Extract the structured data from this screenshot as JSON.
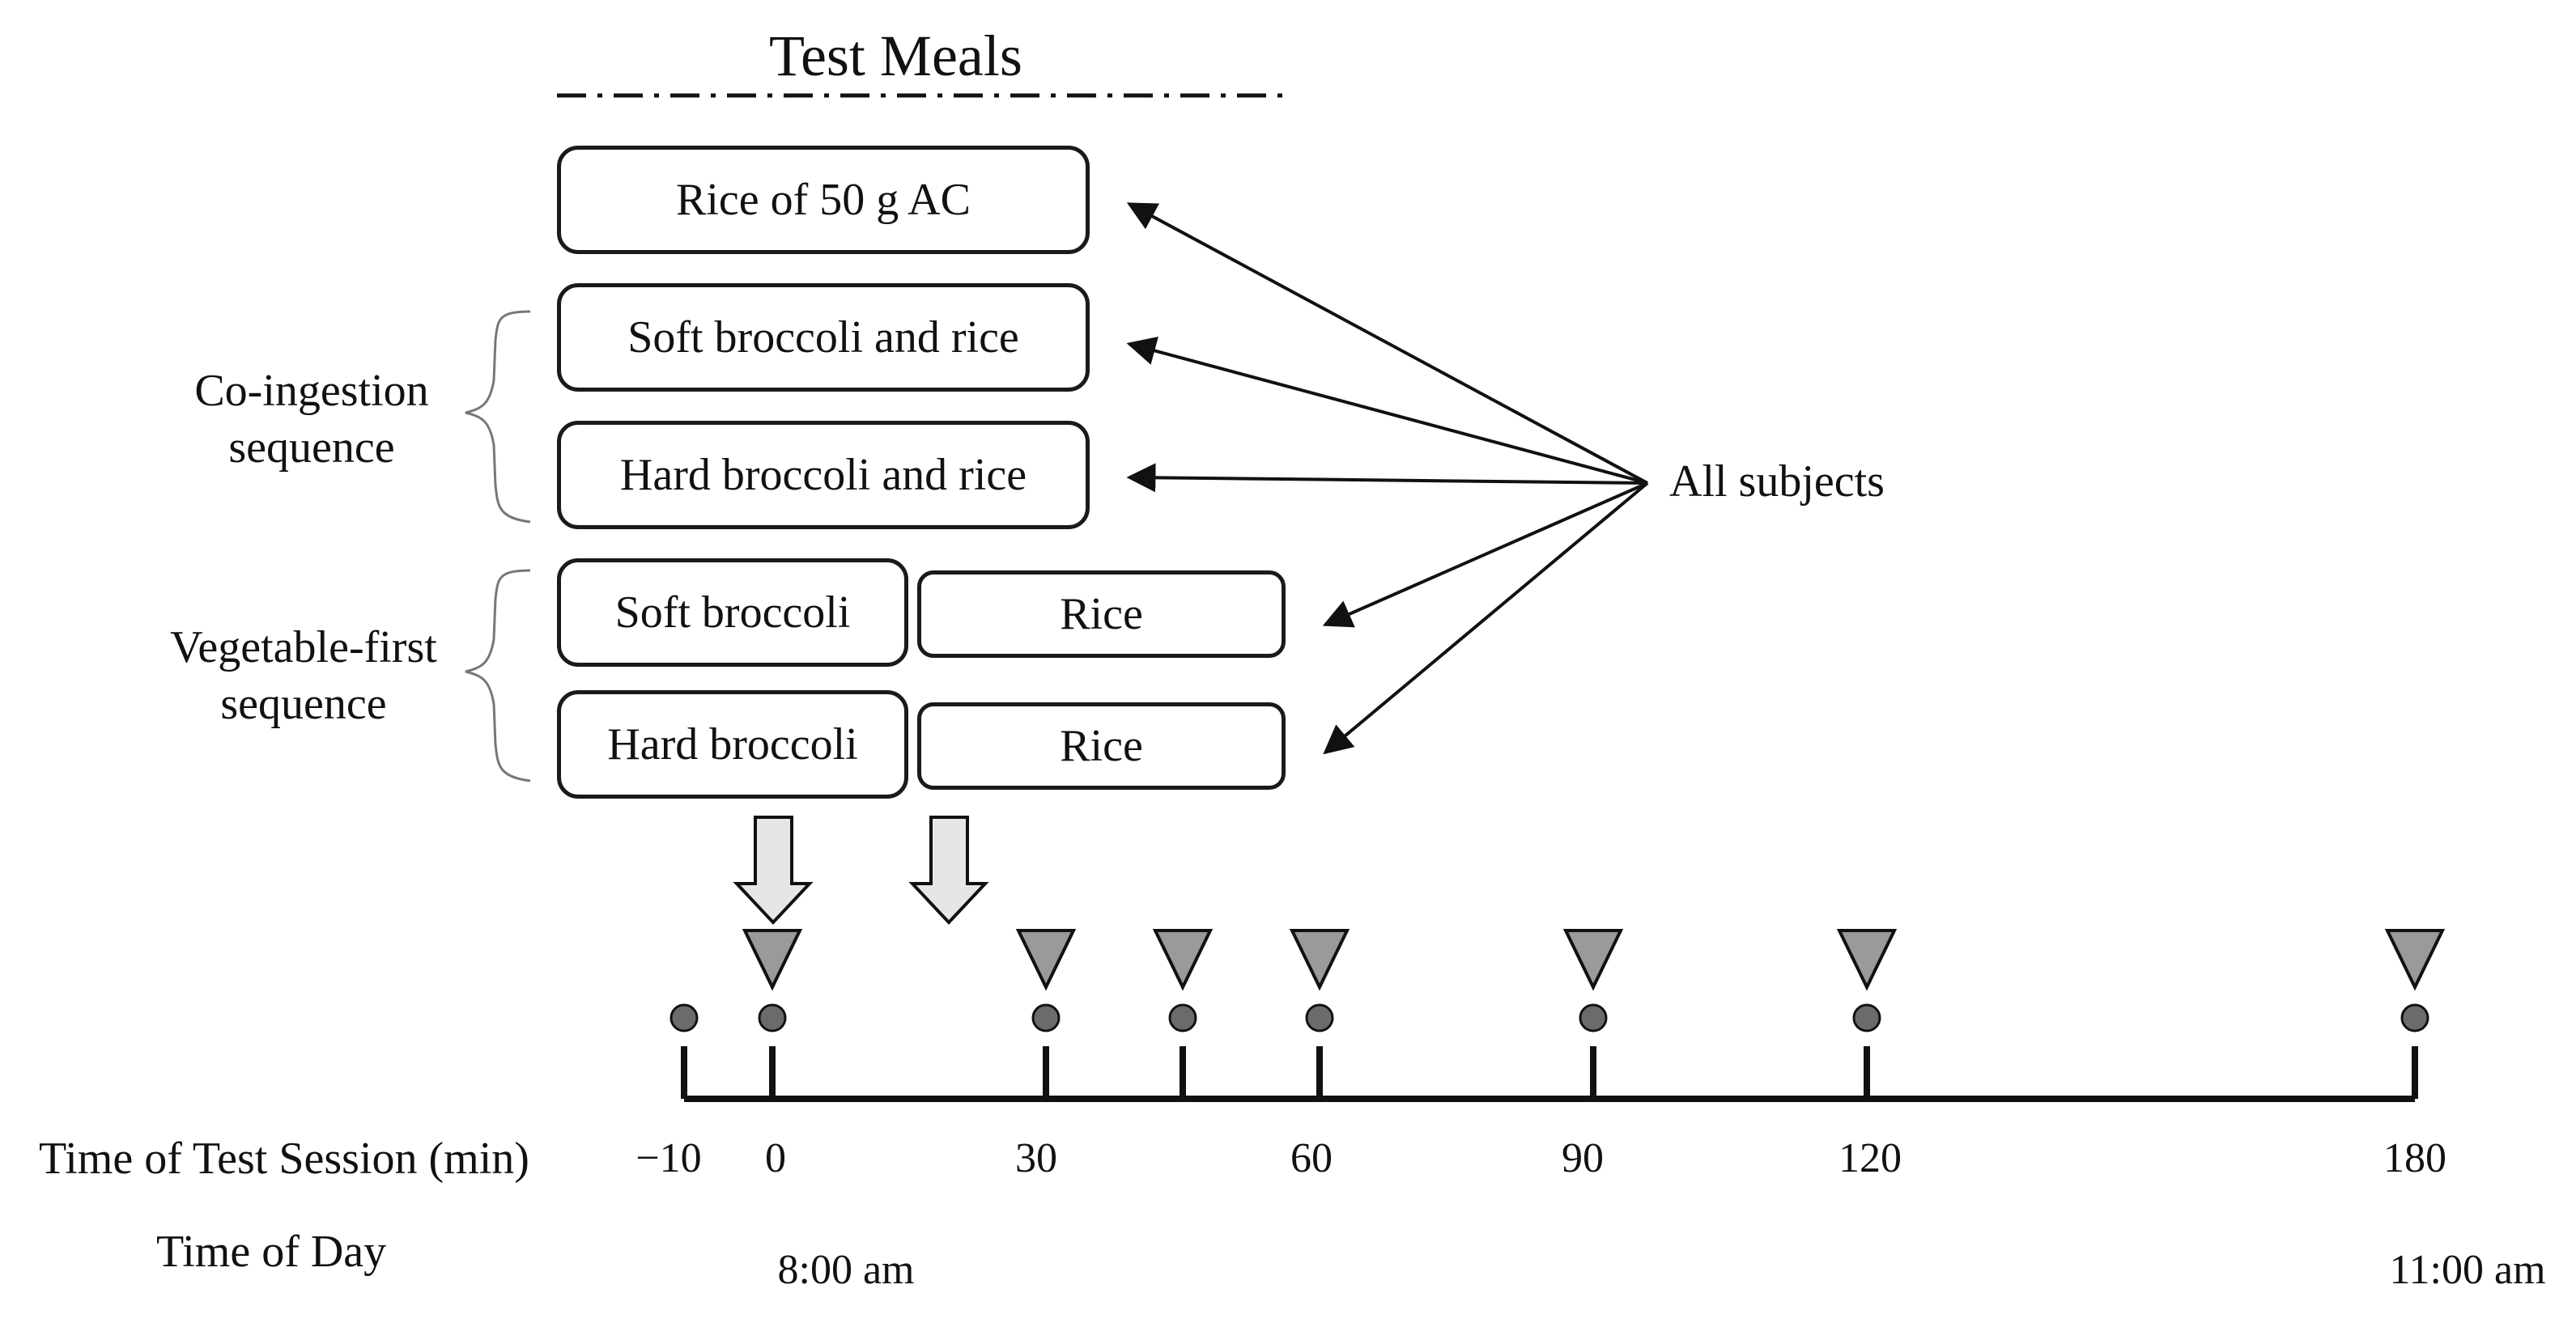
{
  "title": "Test Meals",
  "meals": {
    "rice": "Rice of 50 g AC",
    "soft_with_rice": "Soft broccoli and rice",
    "hard_with_rice": "Hard broccoli and rice",
    "soft_first": "Soft broccoli",
    "soft_first_rice": "Rice",
    "hard_first": "Hard broccoli",
    "hard_first_rice": "Rice"
  },
  "groups": {
    "coingestion_line1": "Co-ingestion",
    "coingestion_line2": "sequence",
    "vegfirst_line1": "Vegetable-first",
    "vegfirst_line2": "sequence"
  },
  "all_subjects": "All subjects",
  "timeline": {
    "session_label": "Time of Test Session (min)",
    "day_label": "Time of Day",
    "ticks": [
      "−10",
      "0",
      "30",
      "60",
      "90",
      "120",
      "180"
    ],
    "day_start": "8:00 am",
    "day_end": "11:00 am"
  },
  "colors": {
    "arrow_fill": "#e6e6e6",
    "triangle_fill": "#9a9a9a",
    "dot_fill": "#6b6b6b",
    "line": "#111111"
  }
}
